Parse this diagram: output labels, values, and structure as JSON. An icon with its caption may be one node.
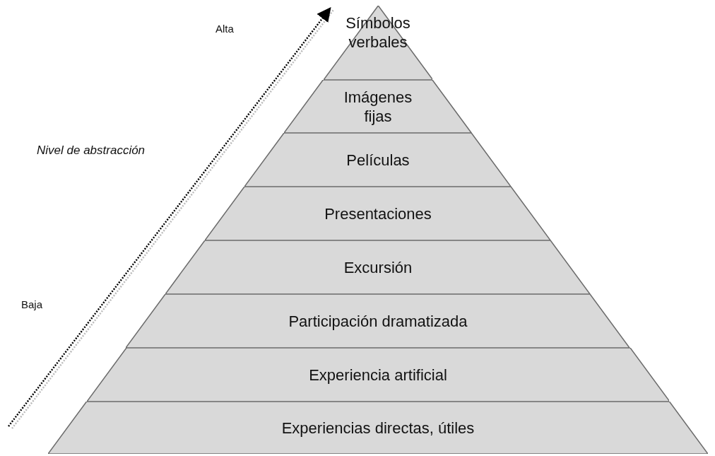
{
  "diagram": {
    "nodes": [
      {
        "text": [
          "Símbolos verbales"
        ]
      },
      {
        "text": [
          "Imágenes fijas"
        ]
      },
      {
        "text": [
          "Películas"
        ]
      },
      {
        "text": [
          "Presentaciones"
        ]
      },
      {
        "text": [
          "Excursión"
        ]
      },
      {
        "text": [
          "Participación dramatizada"
        ]
      },
      {
        "text": [
          "Experiencia artificial"
        ]
      },
      {
        "text": [
          "Experiencias directas, útiles"
        ]
      }
    ],
    "labels": [
      "Alta",
      "Nivel de abstracción",
      "Baja"
    ]
  }
}
